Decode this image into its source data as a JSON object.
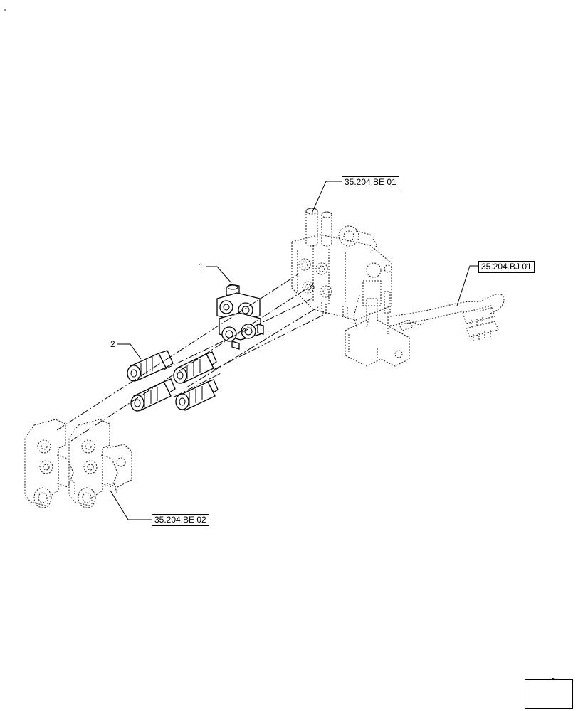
{
  "callouts": {
    "part_1": "1",
    "part_2": "2"
  },
  "references": {
    "ref_valve_upper": "35.204.BE 01",
    "ref_lines": "35.204.BJ 01",
    "ref_valve_lower": "35.204.BE 02"
  },
  "nav": {
    "icon": "next-page-arrow-icon"
  },
  "colors": {
    "line": "#000000",
    "background": "#ffffff"
  }
}
